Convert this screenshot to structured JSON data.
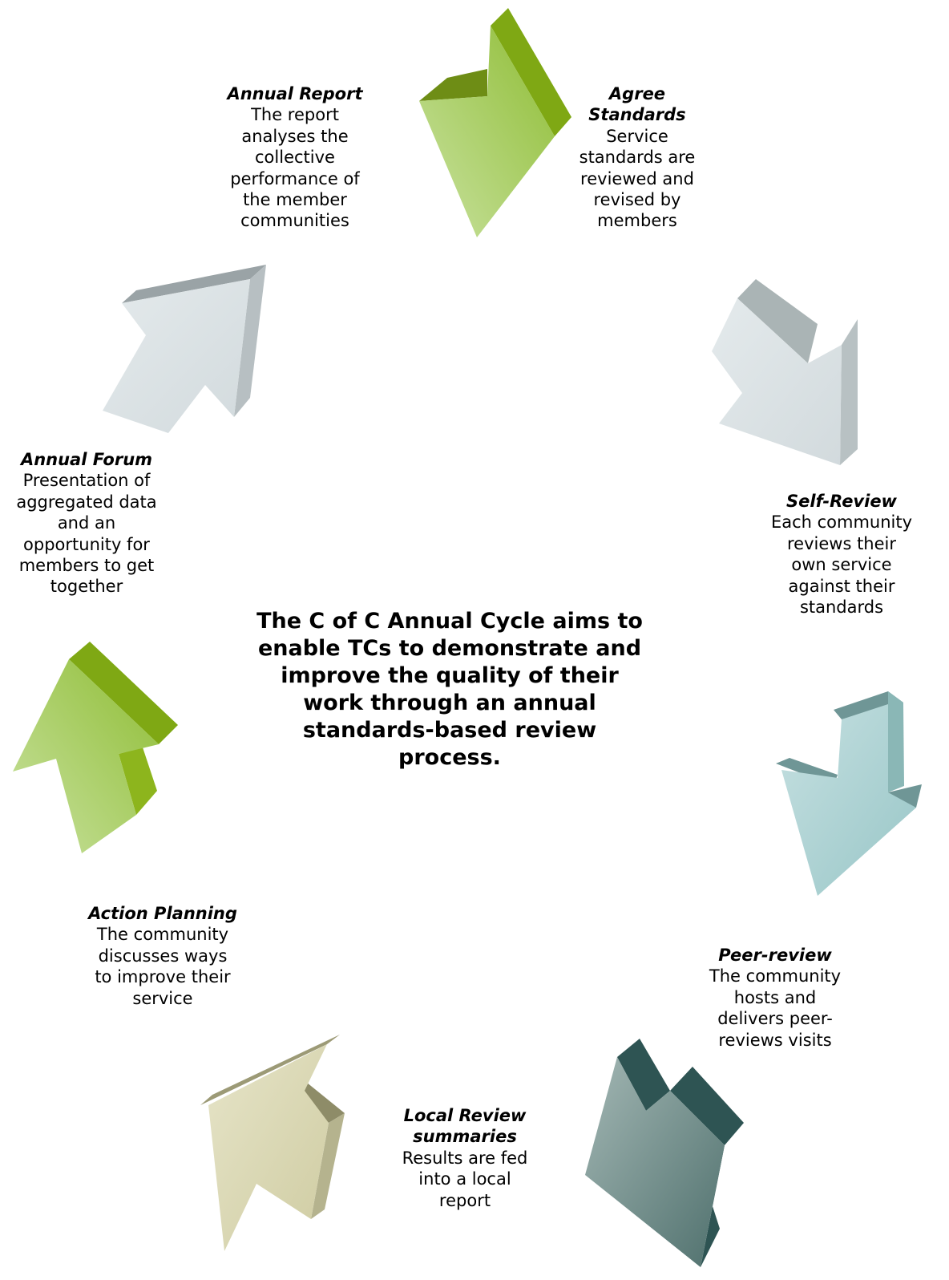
{
  "center_text": "The C of C Annual Cycle aims to enable TCs to demonstrate and improve the quality of their work through an annual standards-based review process.",
  "steps": [
    {
      "title": "Agree\nStandards",
      "desc": "Service\nstandards are\nreviewed and\nrevised by\nmembers",
      "arrow_color": "#9dc84a"
    },
    {
      "title": "Self-Review",
      "desc": "Each community\nreviews their\nown service\nagainst their\nstandards",
      "arrow_color": "#d9e1e3"
    },
    {
      "title": "Peer-review",
      "desc": "The community\nhosts and\ndelivers peer-\nreviews visits",
      "arrow_color": "#a9cfd0"
    },
    {
      "title": "Local Review\nsummaries",
      "desc": "Results are fed\ninto a local\nreport",
      "arrow_color": "#5f7f7c"
    },
    {
      "title": "Action Planning",
      "desc": "The community\ndiscusses ways\nto improve their\nservice",
      "arrow_color": "#d8d6b2"
    },
    {
      "title": "Annual Forum",
      "desc": "Presentation of\naggregated data\nand an\nopportunity for\nmembers to get\ntogether",
      "arrow_color": "#9dc84a"
    },
    {
      "title": "Annual Report",
      "desc": "The report\nanalyses the\ncollective\nperformance of\nthe member\ncommunities",
      "arrow_color": "#dde3e6"
    }
  ]
}
